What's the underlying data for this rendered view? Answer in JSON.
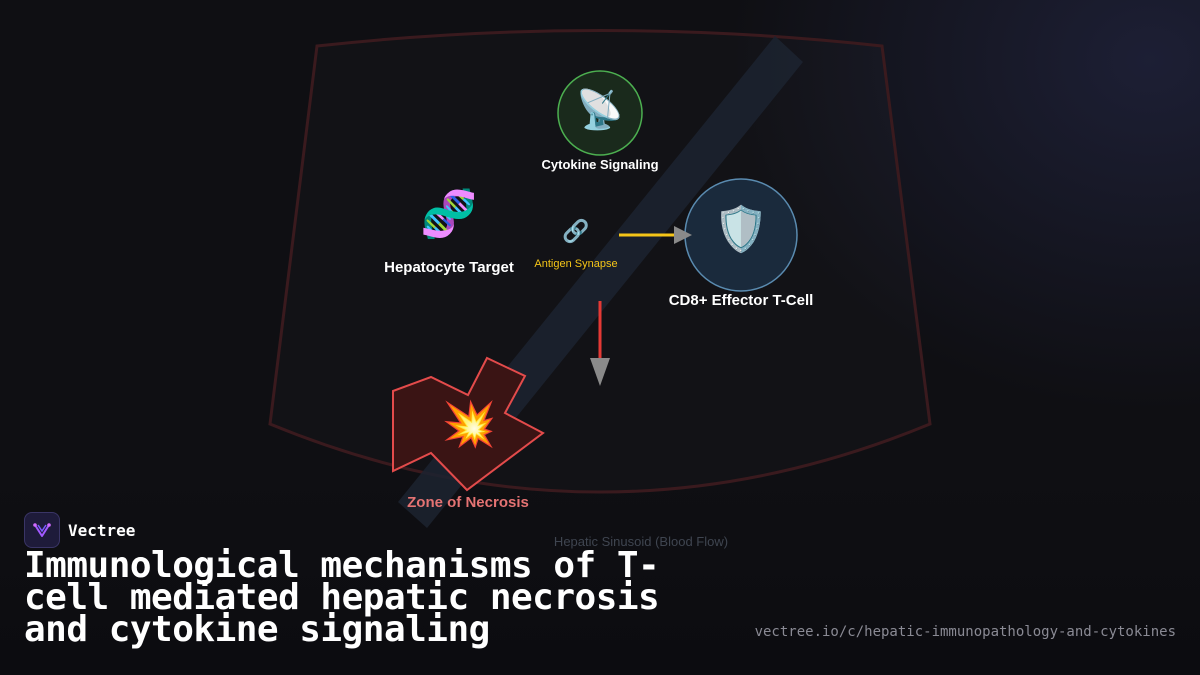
{
  "diagram": {
    "nodes": {
      "cytokine": {
        "label": "Cytokine Signaling",
        "icon": "satellite-antenna-icon",
        "glyph": "📡"
      },
      "hepatocyte": {
        "label": "Hepatocyte Target",
        "icon": "dna-icon",
        "glyph": "🧬"
      },
      "synapse": {
        "label": "Antigen Synapse",
        "icon": "link-icon",
        "glyph": "🔗"
      },
      "tcell": {
        "label": "CD8+ Effector T-Cell",
        "icon": "shield-icon",
        "glyph": "🛡️"
      },
      "necrosis": {
        "label": "Zone of Necrosis",
        "icon": "explosion-icon",
        "glyph": "💥"
      }
    },
    "sinusoid_label": "Hepatic Sinusoid (Blood Flow)"
  },
  "brand": {
    "name": "Vectree"
  },
  "title": "Immunological mechanisms of T-cell mediated hepatic necrosis and cytokine signaling",
  "url": "vectree.io/c/hepatic-immunopathology-and-cytokines",
  "colors": {
    "background": "#0f0f13",
    "cytokine_ring": "#4caf50",
    "tcell_ring": "#5a8bb0",
    "synapse_arrow": "#f5c518",
    "cytotoxic_arrow": "#e53935",
    "necrosis_fill": "#3a1414",
    "necrosis_stroke": "#e34b4b",
    "necrosis_label": "#e57373",
    "lobule_outline": "#3a1a1e",
    "sinusoid_band": "#1c2330"
  }
}
